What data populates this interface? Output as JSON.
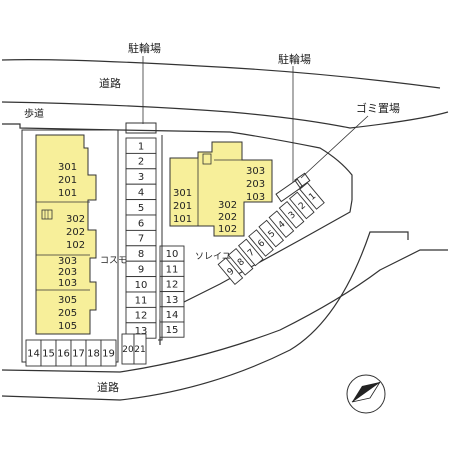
{
  "labels": {
    "bicycle_parking_left": "駐輪場",
    "bicycle_parking_right": "駐輪場",
    "garbage_area": "ゴミ置場",
    "road_top": "道路",
    "road_bottom": "道路",
    "sidewalk": "歩道",
    "building_left_name": "コスモ",
    "building_right_name": "ソレイユ"
  },
  "colors": {
    "building_fill": "#f7ef9a",
    "line": "#333333"
  },
  "cosmo_units": {
    "col1": [
      "301",
      "201",
      "101"
    ],
    "col2": [
      "302",
      "202",
      "102"
    ],
    "col3": [
      "303",
      "203",
      "103"
    ],
    "col4": [
      "305",
      "205",
      "105"
    ]
  },
  "soleil_units": {
    "left": [
      "301",
      "201",
      "101"
    ],
    "mid": [
      "302",
      "202",
      "102"
    ],
    "right": [
      "303",
      "203",
      "103"
    ]
  },
  "parking_center_column": [
    "1",
    "2",
    "3",
    "4",
    "5",
    "6",
    "7",
    "8",
    "9",
    "10",
    "11",
    "12",
    "13"
  ],
  "parking_center_right_column": [
    "10",
    "11",
    "12",
    "13",
    "14",
    "15"
  ],
  "parking_bottom_left": [
    "14",
    "15",
    "16",
    "17",
    "18",
    "19"
  ],
  "parking_bottom_small": [
    "20",
    "21"
  ],
  "parking_diagonal": [
    "1",
    "2",
    "3",
    "4",
    "5",
    "6",
    "7",
    "8",
    "9"
  ],
  "north_arrow_icon": "north-arrow-icon"
}
